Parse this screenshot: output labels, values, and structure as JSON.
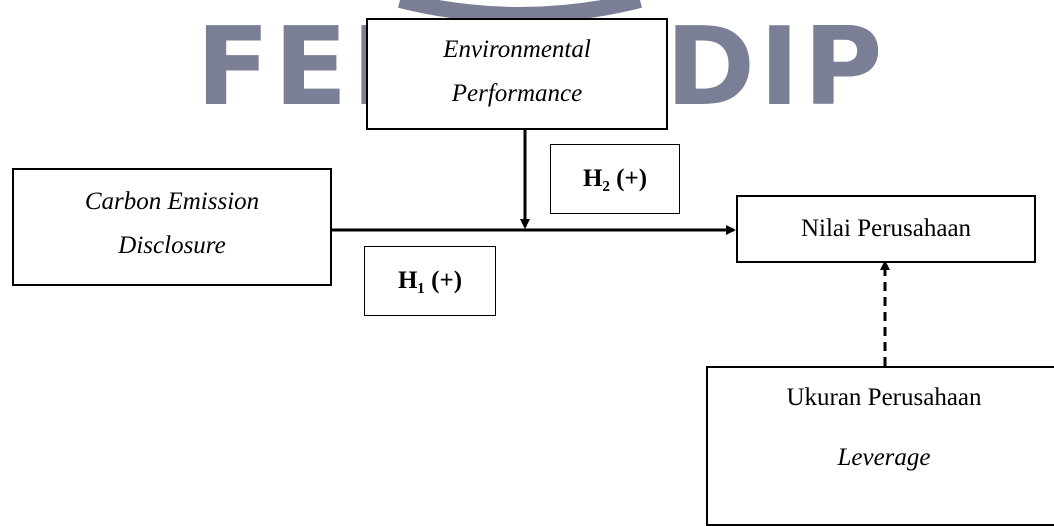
{
  "watermark": {
    "text": "FEB UNDIP"
  },
  "nodes": {
    "environmental": {
      "line1": "Environmental",
      "line2": "Performance"
    },
    "carbon": {
      "line1": "Carbon Emission",
      "line2": "Disclosure"
    },
    "nilai": {
      "label": "Nilai Perusahaan"
    },
    "control": {
      "line1": "Ukuran Perusahaan",
      "line2": "Leverage"
    }
  },
  "hypotheses": {
    "h1": "H₁ (+)",
    "h2": "H₂ (+)"
  },
  "edges": [
    {
      "from": "Carbon Emission Disclosure",
      "to": "Nilai Perusahaan",
      "style": "solid",
      "label": "H₁ (+)"
    },
    {
      "from": "Environmental Performance",
      "to": "Carbon Emission Disclosure → Nilai Perusahaan",
      "style": "solid",
      "label": "H₂ (+)"
    },
    {
      "from": "Ukuran Perusahaan / Leverage",
      "to": "Nilai Perusahaan",
      "style": "dashed",
      "label": ""
    }
  ]
}
